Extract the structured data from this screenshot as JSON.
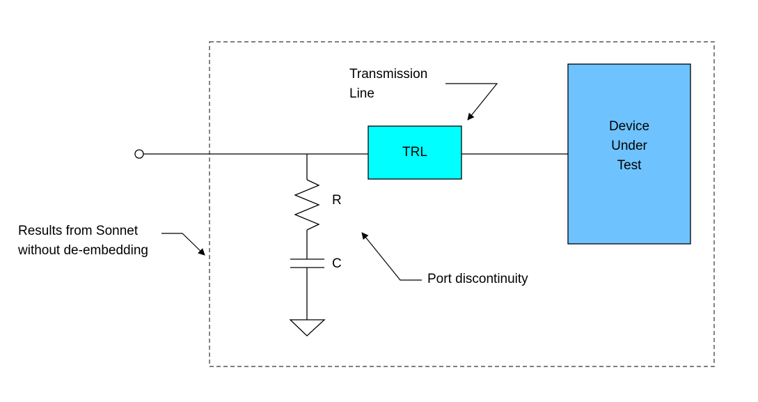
{
  "labels": {
    "transmission_line": [
      "Transmission",
      "Line"
    ],
    "trl": "TRL",
    "dut": [
      "Device",
      "Under",
      "Test"
    ],
    "resistor": "R",
    "capacitor": "C",
    "results": [
      "Results from Sonnet",
      "without de-embedding"
    ],
    "port_discontinuity": "Port discontinuity"
  },
  "colors": {
    "trl_fill": "#00FFFF",
    "dut_fill": "#6EC3FF",
    "stroke": "#000000",
    "dashed_border": "#333333"
  }
}
